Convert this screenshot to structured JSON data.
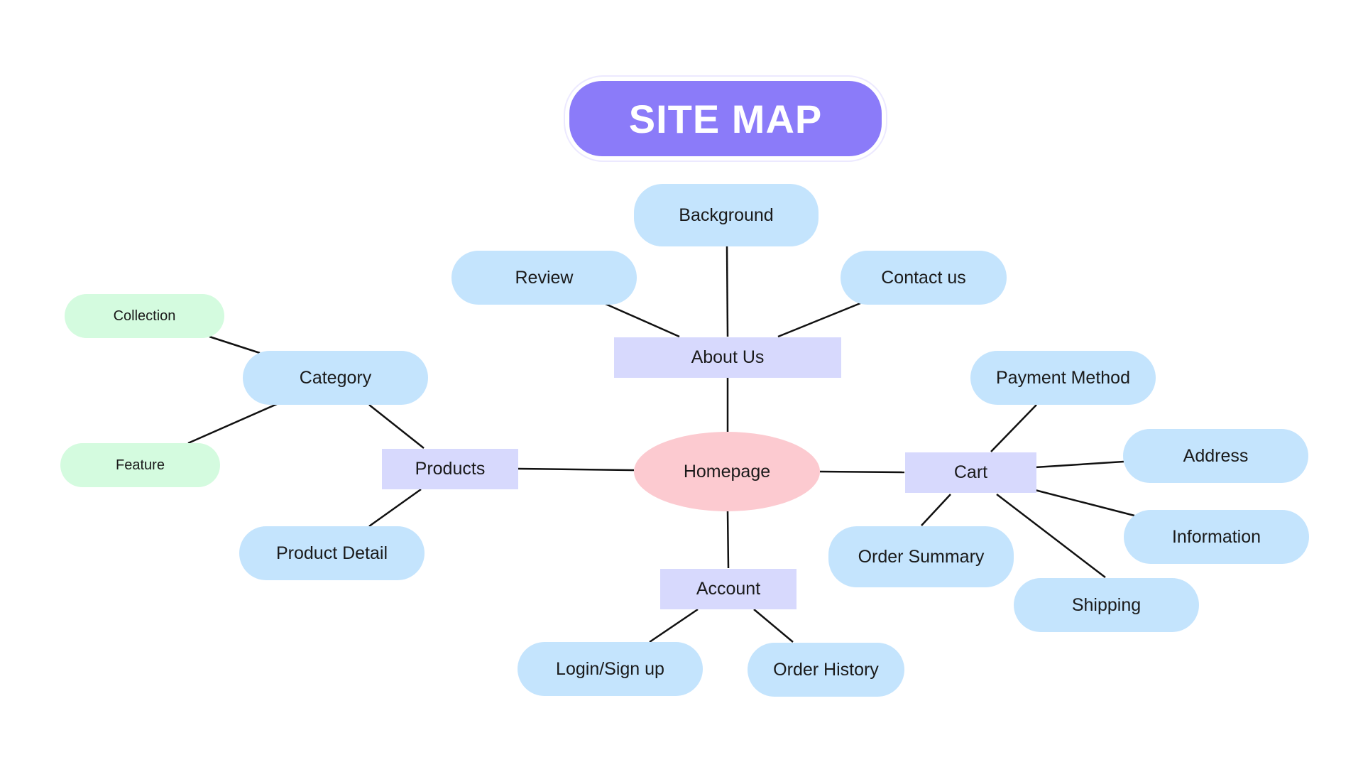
{
  "colors": {
    "title": "#8b7bf9",
    "level1": "#d7d9fd",
    "level2": "#c4e4fd",
    "level3": "#d4fbdf",
    "root": "#fccad0",
    "line": "#111111"
  },
  "diagram": {
    "title": "SITE MAP",
    "root": "Homepage",
    "sections": {
      "about_us": "About Us",
      "products": "Products",
      "cart": "Cart",
      "account": "Account"
    },
    "pages": {
      "background": "Background",
      "review": "Review",
      "contact_us": "Contact us",
      "category": "Category",
      "product_detail": "Product Detail",
      "payment_method": "Payment Method",
      "address": "Address",
      "information": "Information",
      "shipping": "Shipping",
      "order_summary": "Order Summary",
      "login_signup": "Login/Sign up",
      "order_history": "Order History"
    },
    "subpages": {
      "collection": "Collection",
      "feature": "Feature"
    },
    "edges": [
      [
        "Homepage",
        "About Us"
      ],
      [
        "Homepage",
        "Products"
      ],
      [
        "Homepage",
        "Cart"
      ],
      [
        "Homepage",
        "Account"
      ],
      [
        "About Us",
        "Background"
      ],
      [
        "About Us",
        "Review"
      ],
      [
        "About Us",
        "Contact us"
      ],
      [
        "Products",
        "Category"
      ],
      [
        "Products",
        "Product Detail"
      ],
      [
        "Category",
        "Collection"
      ],
      [
        "Category",
        "Feature"
      ],
      [
        "Cart",
        "Payment Method"
      ],
      [
        "Cart",
        "Address"
      ],
      [
        "Cart",
        "Information"
      ],
      [
        "Cart",
        "Shipping"
      ],
      [
        "Cart",
        "Order Summary"
      ],
      [
        "Account",
        "Login/Sign up"
      ],
      [
        "Account",
        "Order History"
      ]
    ]
  }
}
